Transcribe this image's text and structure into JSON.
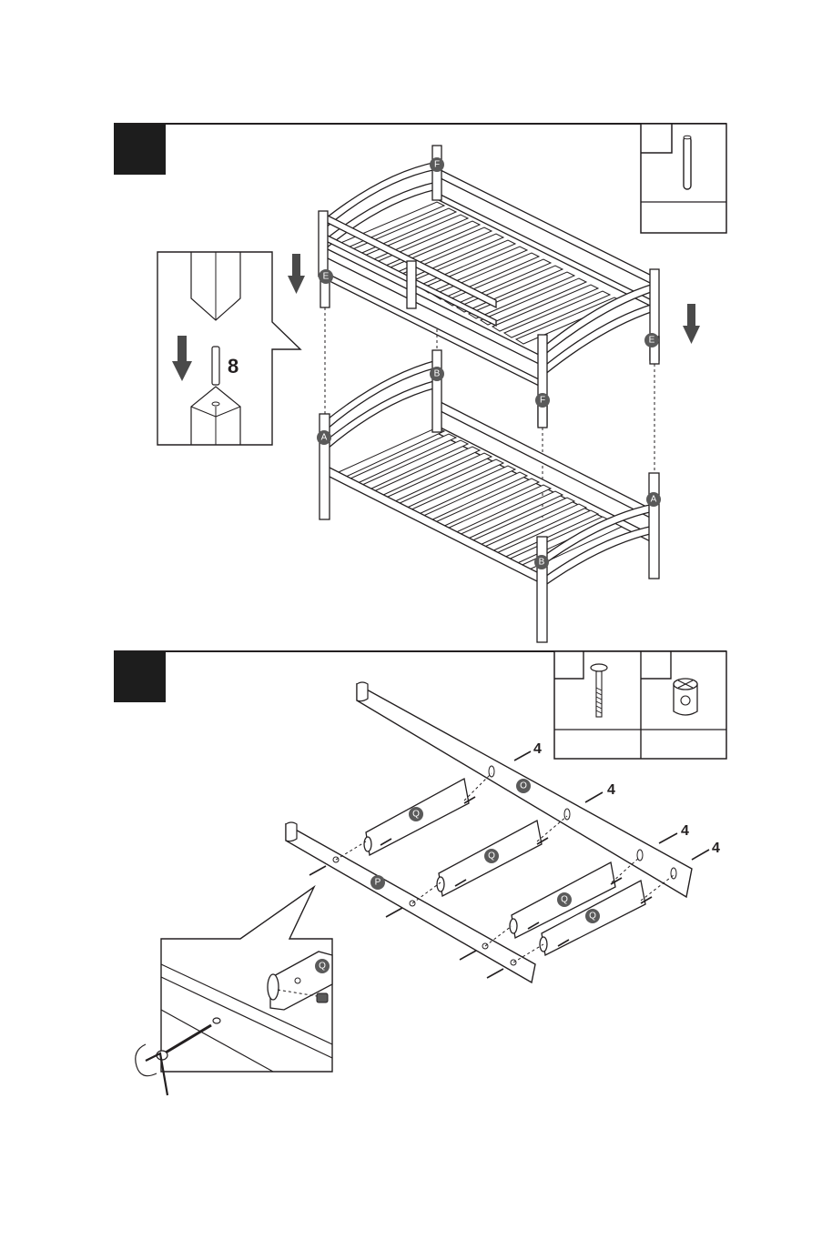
{
  "step1": {
    "inset_quantity": "8",
    "labels": {
      "top_front_left": "E",
      "top_rear_left": "F",
      "top_front_right": "F",
      "top_rear_right": "E",
      "bottom_front_left": "A",
      "bottom_rear_left": "B",
      "bottom_front_right": "B",
      "bottom_rear_right": "A"
    }
  },
  "step2": {
    "labels": {
      "rail_back": "O",
      "rail_front": "P",
      "slat_1": "Q",
      "slat_2": "Q",
      "slat_3": "Q",
      "slat_4": "Q",
      "inset_slat": "Q"
    },
    "bolt_counts": [
      "4",
      "4",
      "4",
      "4"
    ]
  },
  "colors": {
    "ink": "#231f20",
    "label_fill": "#5a5a5a",
    "step_badge": "#1d1d1d"
  }
}
